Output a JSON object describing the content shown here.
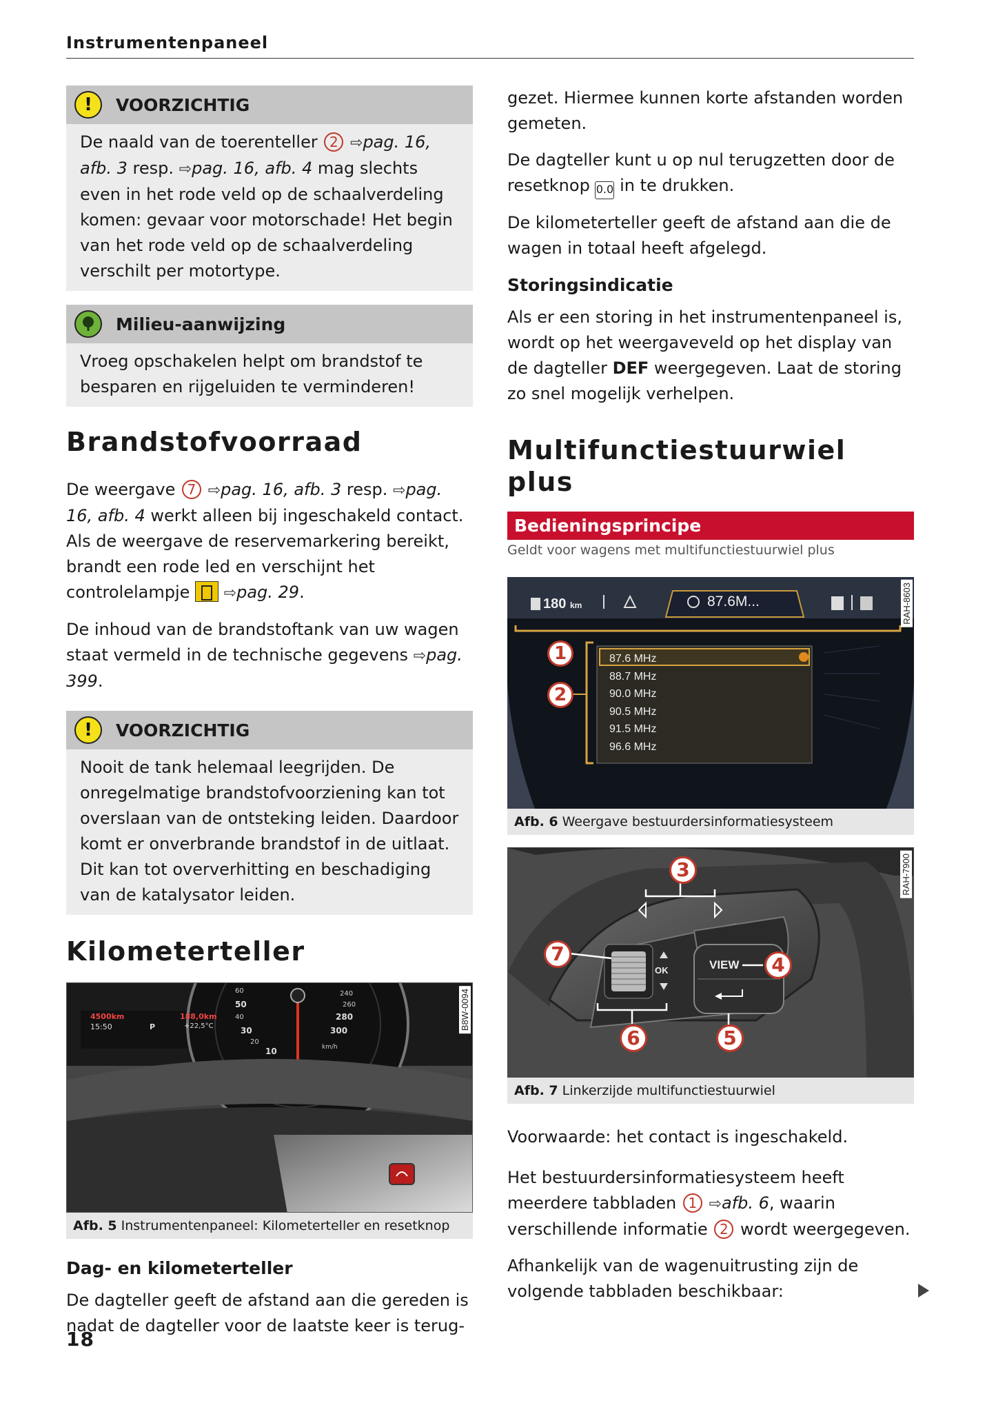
{
  "header": {
    "title": "Instrumentenpaneel"
  },
  "left": {
    "caution1": {
      "label": "VOORZICHTIG",
      "t1": "De naald van de toerenteller ",
      "n1": "2",
      "ref1": "pag. 16, afb. 3",
      "t2": " resp. ",
      "ref2": "pag. 16, afb. 4",
      "t3": " mag slechts even in het rode veld op de schaalverdeling komen: gevaar voor motorschade! Het begin van het rode veld op de schaalverdeling verschilt per motortype."
    },
    "env": {
      "label": "Milieu-aanwijzing",
      "text": "Vroeg opschakelen helpt om brandstof te besparen en rijgeluiden te verminderen!"
    },
    "fuel": {
      "heading": "Brandstofvoorraad",
      "p1_a": "De weergave ",
      "p1_n": "7",
      "p1_ref1": "pag. 16, afb. 3",
      "p1_b": " resp. ",
      "p1_ref2": "pag. 16, afb. 4",
      "p1_c": " werkt alleen bij ingeschakeld contact. Als de weergave de reservemarkering bereikt, brandt een rode led en verschijnt het controlelampje ",
      "p1_ref3": "pag. 29",
      "p1_d": ".",
      "p2_a": "De inhoud van de brandstoftank van uw wagen staat vermeld in de technische gegevens ",
      "p2_ref": "pag. 399",
      "p2_b": "."
    },
    "caution2": {
      "label": "VOORZICHTIG",
      "text": "Nooit de tank helemaal leegrijden. De onregelmatige brandstofvoorziening kan tot overslaan van de ontsteking leiden. Daardoor komt er onverbrande brandstof in de uitlaat. Dit kan tot oververhitting en beschadiging van de katalysator leiden."
    },
    "odo": {
      "heading": "Kilometerteller",
      "fig_code": "B8W-0094",
      "fig_num": "Afb. 5",
      "fig_caption": "Instrumentenpaneel: Kilometerteller en resetknop",
      "display_left_top": "4500km",
      "display_left_time": "15:50",
      "display_gear": "P",
      "display_right_top": "188,0km",
      "display_temp": "+22,5°C",
      "dial_marks": [
        "60",
        "50",
        "40",
        "30",
        "20",
        "10",
        "240",
        "260",
        "280",
        "300",
        "km/h"
      ],
      "sub": "Dag- en kilometerteller",
      "p1": "De dagteller geeft de afstand aan die gereden is nadat de dagteller voor de laatste keer is terug-"
    }
  },
  "right": {
    "p_cont": "gezet. Hiermee kunnen korte afstanden worden gemeten.",
    "p_reset_a": "De dagteller kunt u op nul terugzetten door de resetknop ",
    "p_reset_b": " in te drukken.",
    "reset_icon_label": "0.0",
    "p_km": "De kilometerteller geeft de afstand aan die de wagen in totaal heeft afgelegd.",
    "fault_sub": "Storingsindicatie",
    "fault_a": "Als er een storing in het instrumentenpaneel is, wordt op het weergaveveld op het display van de dagteller ",
    "fault_def": "DEF",
    "fault_b": " weergegeven. Laat de storing zo snel mogelijk verhelpen.",
    "mf_heading": "Multifunctiestuurwiel plus",
    "banner": "Bedieningsprincipe",
    "banner_sub": "Geldt voor wagens met multifunctiestuurwiel plus",
    "fig6": {
      "code": "RAH-8603",
      "num": "Afb. 6",
      "caption": "Weergave bestuurdersinformatiesysteem",
      "tab_range": "180",
      "tab_range_unit": "km",
      "tab_radio": "87.6M...",
      "list": [
        "87.6 MHz",
        "88.7 MHz",
        "90.0 MHz",
        "90.5 MHz",
        "91.5 MHz",
        "96.6 MHz"
      ],
      "callout1": "1",
      "callout2": "2"
    },
    "fig7": {
      "code": "RAH-7900",
      "num": "Afb. 7",
      "caption": "Linkerzijde multifunctiestuurwiel",
      "view_label": "VIEW",
      "ok_label": "OK",
      "callouts": [
        "3",
        "4",
        "5",
        "6",
        "7"
      ]
    },
    "cond": "Voorwaarde: het contact is ingeschakeld.",
    "tabs_a": "Het bestuurdersinformatiesysteem heeft meerdere tabbladen ",
    "tabs_n1": "1",
    "tabs_ref": "afb. 6",
    "tabs_b": ", waarin verschillende informatie ",
    "tabs_n2": "2",
    "tabs_c": " wordt weergegeven.",
    "avail": "Afhankelijk van de wagenuitrusting zijn de volgende tabbladen beschikbaar:"
  },
  "page_number": "18"
}
